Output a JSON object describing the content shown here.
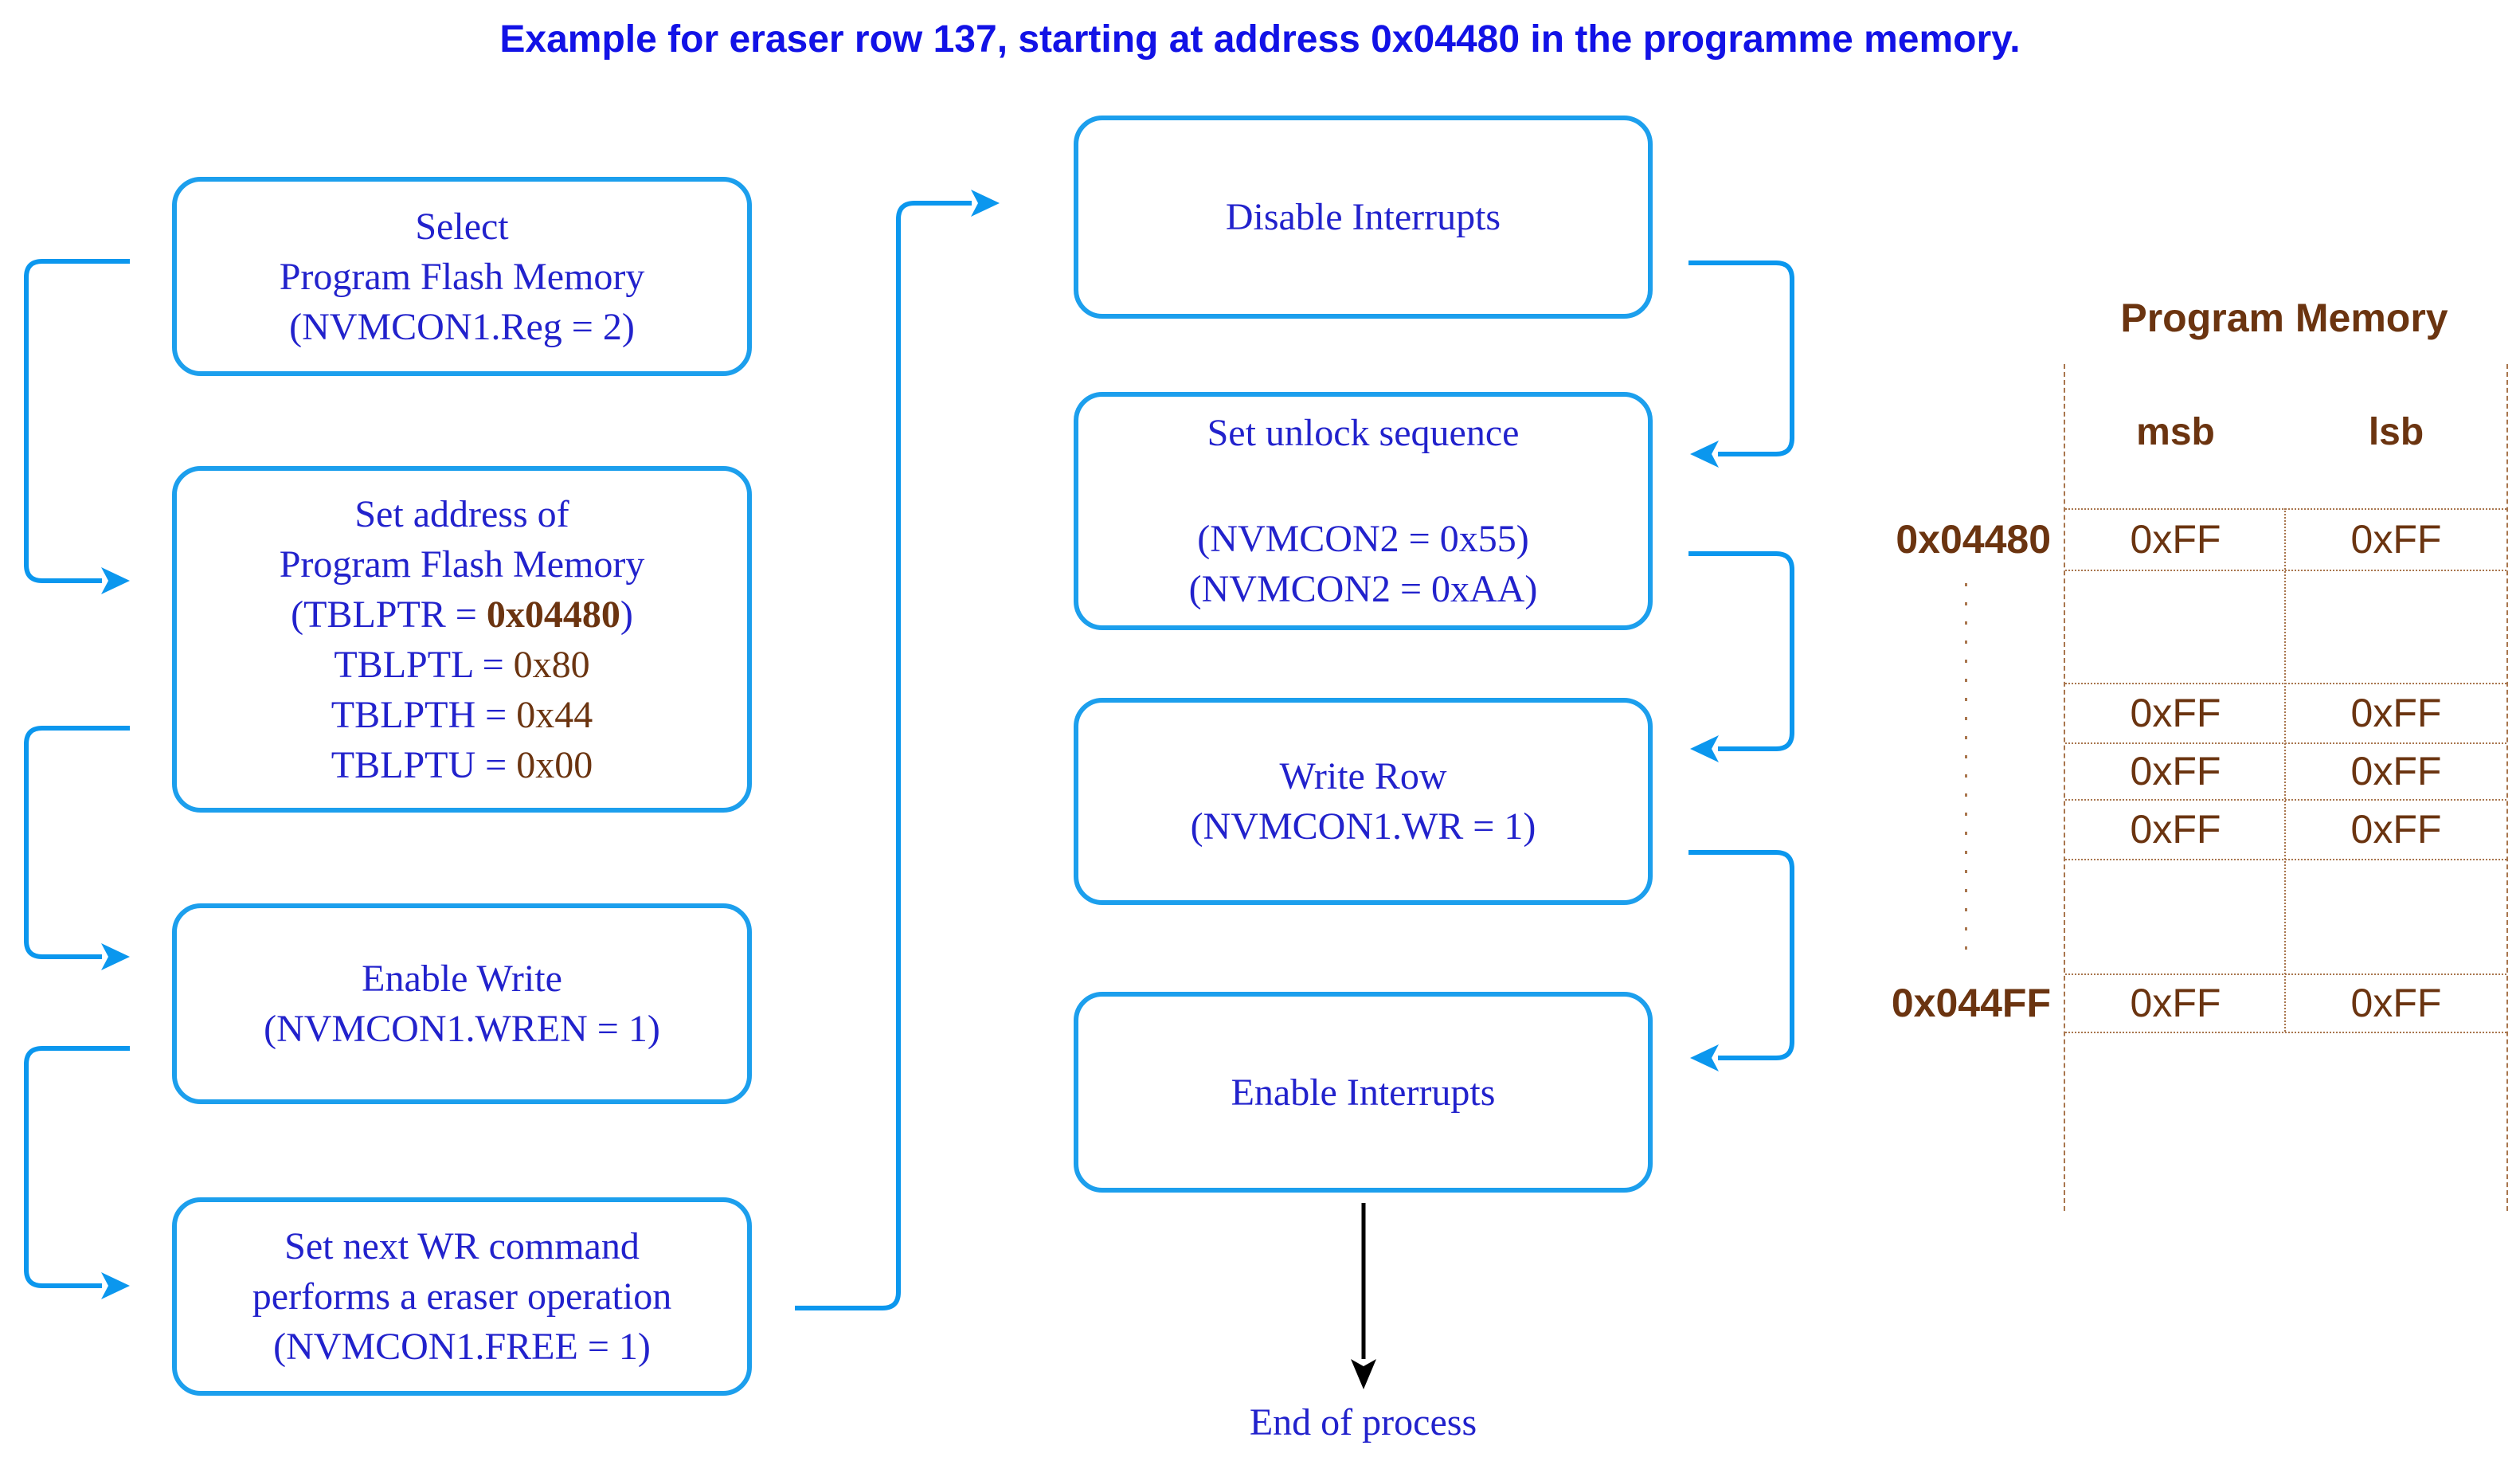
{
  "title": "Example for eraser row 137, starting at address 0x04480 in the programme memory.",
  "colors": {
    "connector_blue": "#0b97ee",
    "box_border_blue": "#1c9fed",
    "text_blue": "#2222cc",
    "title_blue": "#1212e6",
    "brown": "#6b3410",
    "table_line_brown": "#a9764e",
    "black": "#000000"
  },
  "flow": {
    "box1": {
      "l1": "Select",
      "l2": "Program Flash Memory",
      "l3": "(NVMCON1.Reg = 2)"
    },
    "box2": {
      "l1": "Set address of",
      "l2": "Program Flash Memory",
      "l3_pre": "(TBLPTR = ",
      "l3_val": "0x04480",
      "l3_post": ")",
      "l4_pre": "TBLPTL = ",
      "l4_val": "0x80",
      "l5_pre": "TBLPTH = ",
      "l5_val": "0x44",
      "l6_pre": "TBLPTU = ",
      "l6_val": "0x00"
    },
    "box3": {
      "l1": "Enable Write",
      "l2": "(NVMCON1.WREN = 1)"
    },
    "box4": {
      "l1": "Set next WR command",
      "l2": "performs a eraser operation",
      "l3": "(NVMCON1.FREE = 1)"
    },
    "boxm1": {
      "l1": "Disable Interrupts"
    },
    "boxm2": {
      "l1": "Set unlock sequence",
      "l2": "(NVMCON2 = 0x55)",
      "l3": "(NVMCON2 = 0xAA)"
    },
    "boxm3": {
      "l1": "Write Row",
      "l2": "(NVMCON1.WR = 1)"
    },
    "boxm4": {
      "l1": "Enable Interrupts"
    },
    "end_label": "End of process"
  },
  "memory_table": {
    "title": "Program Memory",
    "col_headers": {
      "msb": "msb",
      "lsb": "lsb"
    },
    "rows": [
      {
        "addr": "0x04480",
        "msb": "0xFF",
        "lsb": "0xFF"
      },
      {
        "msb": "0xFF",
        "lsb": "0xFF"
      },
      {
        "msb": "0xFF",
        "lsb": "0xFF"
      },
      {
        "msb": "0xFF",
        "lsb": "0xFF"
      },
      {
        "addr": "0x044FF",
        "msb": "0xFF",
        "lsb": "0xFF"
      }
    ]
  }
}
